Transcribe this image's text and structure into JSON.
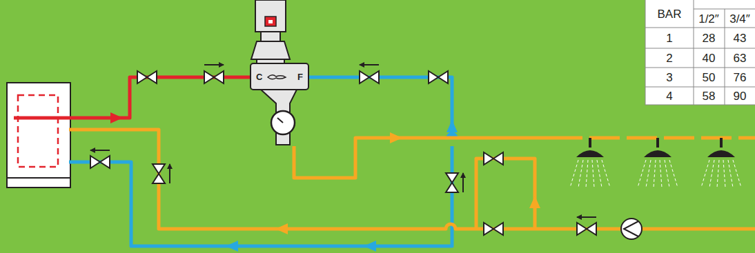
{
  "diagram": {
    "nodes": [
      {
        "text": [
          "C",
          "F"
        ]
      }
    ],
    "labels": [
      "BAR",
      "1/2″",
      "3/4″",
      "1",
      "28",
      "43",
      "2",
      "40",
      "63",
      "3",
      "50",
      "76",
      "4",
      "58",
      "90"
    ]
  }
}
